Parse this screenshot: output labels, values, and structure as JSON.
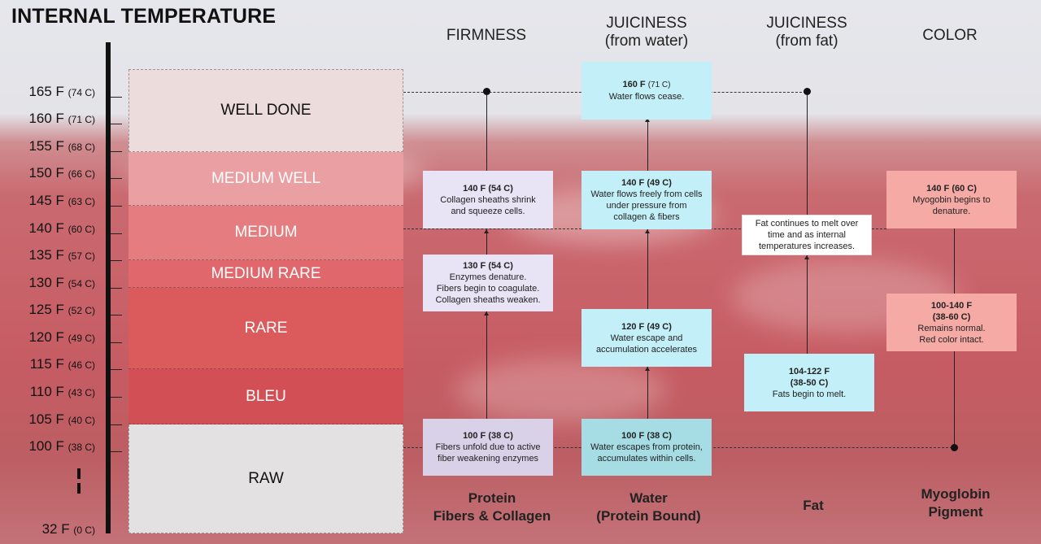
{
  "title": "INTERNAL TEMPERATURE",
  "axis_ticks": [
    {
      "f": "165 F",
      "c": "(74 C)"
    },
    {
      "f": "160 F",
      "c": "(71 C)"
    },
    {
      "f": "155 F",
      "c": "(68 C)"
    },
    {
      "f": "150 F",
      "c": "(66 C)"
    },
    {
      "f": "145 F",
      "c": "(63 C)"
    },
    {
      "f": "140 F",
      "c": "(60 C)"
    },
    {
      "f": "135 F",
      "c": "(57 C)"
    },
    {
      "f": "130 F",
      "c": "(54 C)"
    },
    {
      "f": "125 F",
      "c": "(52 C)"
    },
    {
      "f": "120 F",
      "c": "(49 C)"
    },
    {
      "f": "115 F",
      "c": "(46 C)"
    },
    {
      "f": "110 F",
      "c": "(43 C)"
    },
    {
      "f": "105 F",
      "c": "(40 C)"
    },
    {
      "f": "100 F",
      "c": "(38 C)"
    },
    {
      "f": "32 F",
      "c": "(0 C)"
    }
  ],
  "doneness": [
    {
      "label": "WELL DONE",
      "color": "#ecdcdc",
      "text_color": "#111111"
    },
    {
      "label": "MEDIUM WELL",
      "color": "#eaa0a3",
      "text_color": "#ffffff"
    },
    {
      "label": "MEDIUM",
      "color": "#e57d80",
      "text_color": "#ffffff"
    },
    {
      "label": "MEDIUM RARE",
      "color": "#e0676b",
      "text_color": "#ffffff"
    },
    {
      "label": "RARE",
      "color": "#db5a5b",
      "text_color": "#ffffff"
    },
    {
      "label": "BLEU",
      "color": "#d25055",
      "text_color": "#ffffff"
    },
    {
      "label": "RAW",
      "color": "#e3e1e1",
      "text_color": "#111111"
    }
  ],
  "columns": {
    "firmness": {
      "head1": "FIRMNESS",
      "head2": "",
      "foot1": "Protein",
      "foot2": "Fibers & Collagen"
    },
    "water": {
      "head1": "JUICINESS",
      "head2": "(from water)",
      "foot1": "Water",
      "foot2": "(Protein Bound)"
    },
    "fat": {
      "head1": "JUICINESS",
      "head2": "(from fat)",
      "foot1": "Fat",
      "foot2": ""
    },
    "color": {
      "head1": "COLOR",
      "head2": "",
      "foot1": "Myoglobin",
      "foot2": "Pigment"
    }
  },
  "boxes": {
    "f140": {
      "temp": "140 F",
      "tempc": "(54 C)",
      "lines": [
        "Collagen sheaths shrink",
        "and squeeze cells."
      ]
    },
    "f130": {
      "temp": "130 F",
      "tempc": "(54 C)",
      "lines": [
        "Enzymes denature.",
        "Fibers begin to coagulate.",
        "Collagen sheaths weaken."
      ]
    },
    "f100": {
      "temp": "100 F",
      "tempc": "(38 C)",
      "lines": [
        "Fibers unfold due to active",
        "fiber weakening enzymes"
      ]
    },
    "w160": {
      "temp": "160 F",
      "tempc": "(71 C)",
      "lines": [
        "Water flows cease."
      ]
    },
    "w140": {
      "temp": "140 F",
      "tempc": "(49 C)",
      "lines": [
        "Water flows freely from cells",
        "under pressure from",
        "collagen & fibers"
      ]
    },
    "w120": {
      "temp": "120 F",
      "tempc": "(49 C)",
      "lines": [
        "Water escape and",
        "accumulation accelerates"
      ]
    },
    "w100": {
      "temp": "100 F",
      "tempc": "(38 C)",
      "lines": [
        "Water escapes from protein,",
        "accumulates within cells."
      ]
    },
    "fat_melt": {
      "temp": "",
      "tempc": "",
      "lines": [
        "Fat continues to melt over",
        "time and as internal",
        "temperatures increases."
      ]
    },
    "fat104": {
      "temp": "104-122 F",
      "tempc": "(38-50 C)",
      "lines": [
        "Fats begin to melt."
      ]
    },
    "c140": {
      "temp": "140 F",
      "tempc": "(60 C)",
      "lines": [
        "Myogobin begins to",
        "denature."
      ]
    },
    "c100": {
      "temp": "100-140 F",
      "tempc": "(38-60 C)",
      "lines": [
        "Remains normal.",
        "Red color intact."
      ]
    }
  },
  "colors": {
    "lavender": "#e9e3f6",
    "lavender_dark": "#d8d1e8",
    "cyan": "#c3f0f8",
    "teal": "#a6dde4",
    "white": "#ffffff",
    "salmon": "#f6aaa5"
  }
}
